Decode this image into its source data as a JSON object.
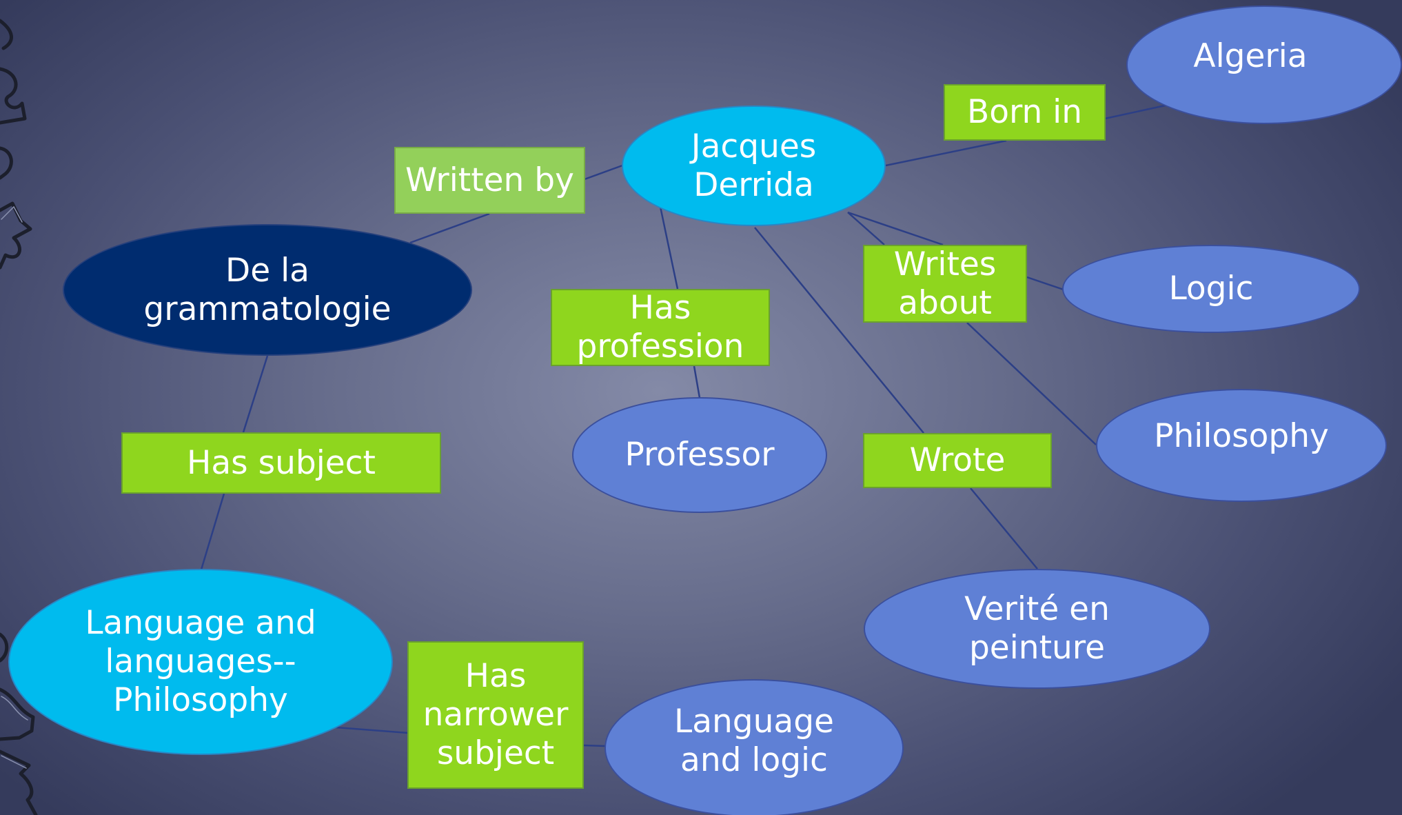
{
  "colors": {
    "background": "#5a6080",
    "node_blue": "#5f80d5",
    "node_cyan": "#00bbee",
    "node_navy": "#002c6f",
    "relation_green": "#8fd61e",
    "relation_light_green": "#93d05a",
    "connector": "#2c3f86",
    "text": "#ffffff"
  },
  "nodes": {
    "jacques_derrida": "Jacques\nDerrida",
    "algeria": "Algeria",
    "de_la_grammatologie": "De la\ngrammatologie",
    "logic": "Logic",
    "professor": "Professor",
    "philosophy": "Philosophy",
    "language_and_languages": "Language and\nlanguages--\nPhilosophy",
    "verite_en_peinture": "Verité en\npeinture",
    "language_and_logic": "Language\nand logic"
  },
  "relations": {
    "born_in": "Born in",
    "written_by": "Written by",
    "writes_about": "Writes\nabout",
    "has_profession": "Has\nprofession",
    "has_subject": "Has subject",
    "wrote": "Wrote",
    "has_narrower_subject": "Has\nnarrower\nsubject"
  },
  "decoration": {
    "left_edge": "puzzle-pieces-decoration"
  }
}
